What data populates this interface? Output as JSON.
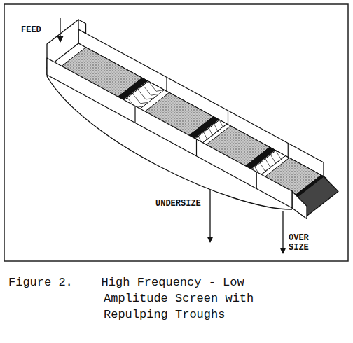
{
  "diagram": {
    "caption": "Figure 2.    High Frequency - Low Amplitude Screen with Repulping Troughs",
    "labels": [
      "FEED",
      "UNDERSIZE",
      "OVER SIZE"
    ]
  }
}
